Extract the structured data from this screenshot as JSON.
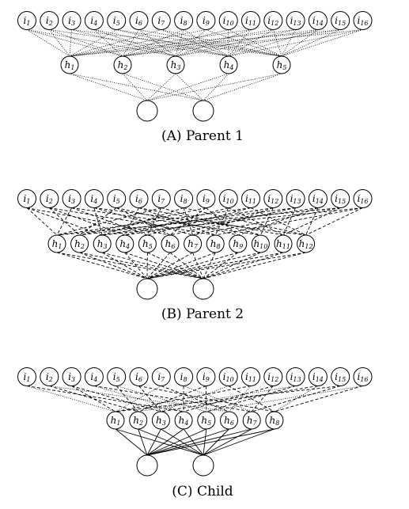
{
  "panels": [
    {
      "id": "a",
      "caption": "(A) Parent 1",
      "inputs": [
        "i1",
        "i2",
        "i3",
        "i4",
        "i5",
        "i6",
        "i7",
        "i8",
        "i9",
        "i10",
        "i11",
        "i12",
        "i13",
        "i14",
        "i15",
        "i16"
      ],
      "hidden": [
        "h1",
        "h2",
        "h3",
        "h4",
        "h5"
      ],
      "outputs": [
        "",
        ""
      ],
      "edge_style": "dotted",
      "input_hidden_edges": [
        [
          0,
          0
        ],
        [
          0,
          1
        ],
        [
          0,
          2
        ],
        [
          1,
          0
        ],
        [
          1,
          1
        ],
        [
          1,
          3
        ],
        [
          2,
          0
        ],
        [
          2,
          2
        ],
        [
          2,
          4
        ],
        [
          3,
          1
        ],
        [
          3,
          2
        ],
        [
          3,
          3
        ],
        [
          4,
          0
        ],
        [
          4,
          3
        ],
        [
          4,
          4
        ],
        [
          5,
          1
        ],
        [
          5,
          2
        ],
        [
          5,
          4
        ],
        [
          6,
          0
        ],
        [
          6,
          3
        ],
        [
          6,
          4
        ],
        [
          7,
          1
        ],
        [
          7,
          2
        ],
        [
          7,
          3
        ],
        [
          8,
          0
        ],
        [
          8,
          2
        ],
        [
          8,
          4
        ],
        [
          9,
          1
        ],
        [
          9,
          3
        ],
        [
          9,
          4
        ],
        [
          10,
          0
        ],
        [
          10,
          2
        ],
        [
          10,
          3
        ],
        [
          11,
          1
        ],
        [
          11,
          3
        ],
        [
          11,
          4
        ],
        [
          12,
          0
        ],
        [
          12,
          2
        ],
        [
          12,
          4
        ],
        [
          13,
          1
        ],
        [
          13,
          3
        ],
        [
          13,
          4
        ],
        [
          14,
          0
        ],
        [
          14,
          2
        ],
        [
          14,
          4
        ],
        [
          15,
          1
        ],
        [
          15,
          3
        ],
        [
          15,
          4
        ]
      ],
      "hidden_output_edges": "all"
    },
    {
      "id": "b",
      "caption": "(B) Parent 2",
      "inputs": [
        "i1",
        "i2",
        "i3",
        "i4",
        "i5",
        "i6",
        "i7",
        "i8",
        "i9",
        "i10",
        "i11",
        "i12",
        "i13",
        "i14",
        "i15",
        "i16"
      ],
      "hidden": [
        "h1",
        "h2",
        "h3",
        "h4",
        "h5",
        "h6",
        "h7",
        "h8",
        "h9",
        "h10",
        "h11",
        "h12"
      ],
      "outputs": [
        "",
        ""
      ],
      "edge_style": "dashed",
      "input_hidden_edges": [
        [
          0,
          0
        ],
        [
          0,
          2
        ],
        [
          0,
          5
        ],
        [
          1,
          1
        ],
        [
          1,
          3
        ],
        [
          1,
          7
        ],
        [
          2,
          0
        ],
        [
          2,
          4
        ],
        [
          2,
          9
        ],
        [
          3,
          2
        ],
        [
          3,
          6
        ],
        [
          3,
          11
        ],
        [
          4,
          1
        ],
        [
          4,
          5
        ],
        [
          4,
          8
        ],
        [
          5,
          3
        ],
        [
          5,
          7
        ],
        [
          5,
          10
        ],
        [
          6,
          0
        ],
        [
          6,
          4
        ],
        [
          6,
          9
        ],
        [
          7,
          2
        ],
        [
          7,
          6
        ],
        [
          7,
          11
        ],
        [
          8,
          1
        ],
        [
          8,
          5
        ],
        [
          8,
          8
        ],
        [
          9,
          3
        ],
        [
          9,
          7
        ],
        [
          9,
          10
        ],
        [
          10,
          0
        ],
        [
          10,
          4
        ],
        [
          10,
          11
        ],
        [
          11,
          2
        ],
        [
          11,
          6
        ],
        [
          11,
          9
        ],
        [
          12,
          1
        ],
        [
          12,
          5
        ],
        [
          12,
          10
        ],
        [
          13,
          3
        ],
        [
          13,
          8
        ],
        [
          13,
          11
        ],
        [
          14,
          0
        ],
        [
          14,
          6
        ],
        [
          14,
          10
        ],
        [
          15,
          2
        ],
        [
          15,
          7
        ],
        [
          15,
          11
        ]
      ],
      "hidden_output_edges": "all"
    },
    {
      "id": "c",
      "caption": "(C) Child",
      "inputs": [
        "i1",
        "i2",
        "i3",
        "i4",
        "i5",
        "i6",
        "i7",
        "i8",
        "i9",
        "i10",
        "i11",
        "i12",
        "i13",
        "i14",
        "i15",
        "i16"
      ],
      "hidden": [
        "h1",
        "h2",
        "h3",
        "h4",
        "h5",
        "h6",
        "h7",
        "h8"
      ],
      "outputs": [
        "",
        ""
      ],
      "edge_style": "mixed",
      "input_hidden_edges": [
        [
          0,
          0
        ],
        [
          0,
          3
        ],
        [
          1,
          1
        ],
        [
          1,
          5
        ],
        [
          2,
          0
        ],
        [
          2,
          2
        ],
        [
          3,
          3
        ],
        [
          3,
          6
        ],
        [
          4,
          1
        ],
        [
          4,
          4
        ],
        [
          5,
          2
        ],
        [
          5,
          7
        ],
        [
          6,
          0
        ],
        [
          6,
          5
        ],
        [
          7,
          3
        ],
        [
          7,
          6
        ],
        [
          8,
          1
        ],
        [
          8,
          4
        ],
        [
          9,
          2
        ],
        [
          9,
          7
        ],
        [
          10,
          0
        ],
        [
          10,
          5
        ],
        [
          11,
          3
        ],
        [
          11,
          6
        ],
        [
          12,
          1
        ],
        [
          12,
          4
        ],
        [
          13,
          2
        ],
        [
          13,
          7
        ],
        [
          14,
          0
        ],
        [
          14,
          6
        ],
        [
          15,
          4
        ],
        [
          15,
          7
        ]
      ],
      "hidden_output_edges": "all"
    }
  ]
}
